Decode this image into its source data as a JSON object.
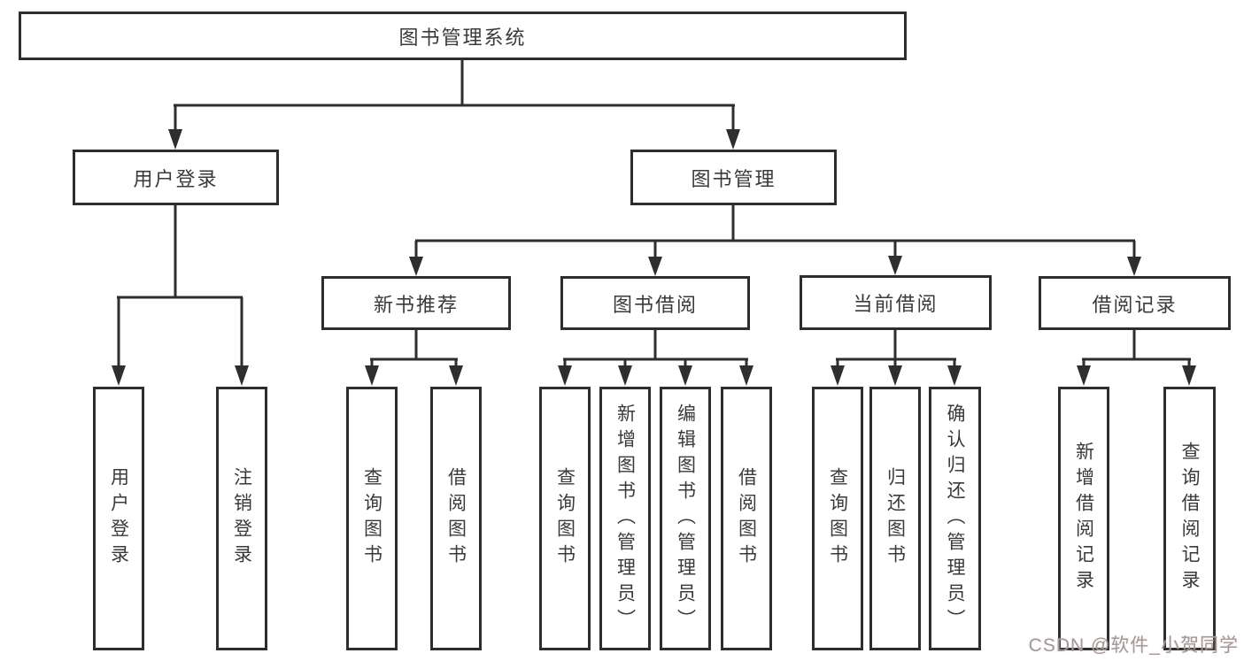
{
  "diagram_type": "hierarchy-tree",
  "colors": {
    "line": "#2e2e2e",
    "box_border": "#2d2d2d",
    "text": "#3a3a3a",
    "watermark": "#9b9b9b"
  },
  "tree": {
    "root": {
      "label": "图书管理系统"
    },
    "branches": [
      {
        "label": "用户登录",
        "children": [
          {
            "label": "用户登录"
          },
          {
            "label": "注销登录"
          }
        ]
      },
      {
        "label": "图书管理",
        "children": [
          {
            "label": "新书推荐",
            "children": [
              {
                "label": "查询图书"
              },
              {
                "label": "借阅图书"
              }
            ]
          },
          {
            "label": "图书借阅",
            "children": [
              {
                "label": "查询图书"
              },
              {
                "label": "新增图书（管理员）"
              },
              {
                "label": "编辑图书（管理员）"
              },
              {
                "label": "借阅图书"
              }
            ]
          },
          {
            "label": "当前借阅",
            "children": [
              {
                "label": "查询图书"
              },
              {
                "label": "归还图书"
              },
              {
                "label": "确认归还（管理员）"
              }
            ]
          },
          {
            "label": "借阅记录",
            "children": [
              {
                "label": "新增借阅记录"
              },
              {
                "label": "查询借阅记录"
              }
            ]
          }
        ]
      }
    ]
  },
  "watermark": {
    "text": "CSDN @软件_小贺同学"
  }
}
